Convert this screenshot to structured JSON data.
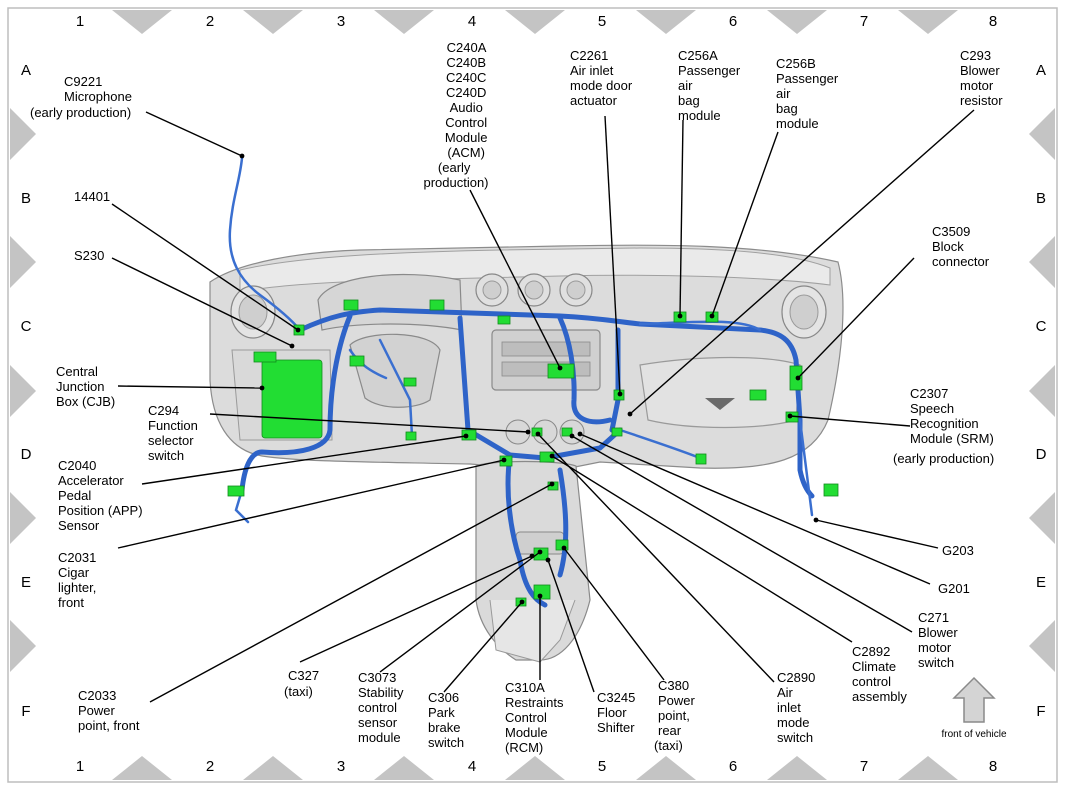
{
  "columns": [
    "1",
    "2",
    "3",
    "4",
    "5",
    "6",
    "7",
    "8"
  ],
  "rows": [
    "A",
    "B",
    "C",
    "D",
    "E",
    "F"
  ],
  "labels": {
    "c9221": [
      "C9221",
      "Microphone",
      "(early production)"
    ],
    "n14401": [
      "14401"
    ],
    "s230": [
      "S230"
    ],
    "cjb": [
      "Central",
      "Junction",
      "Box (CJB)"
    ],
    "c294": [
      "C294",
      "Function",
      "selector",
      "switch"
    ],
    "c2040": [
      "C2040",
      "Accelerator",
      "Pedal",
      "Position (APP)",
      "Sensor"
    ],
    "c2031": [
      "C2031",
      "Cigar",
      "lighter,",
      "front"
    ],
    "c2033": [
      "C2033",
      "Power",
      "point, front"
    ],
    "c240": [
      "C240A",
      "C240B",
      "C240C",
      "C240D",
      "Audio",
      "Control",
      "Module",
      "(ACM)",
      "(early",
      "production)"
    ],
    "c2261": [
      "C2261",
      "Air inlet",
      "mode door",
      "actuator"
    ],
    "c256a": [
      "C256A",
      "Passenger",
      "air",
      "bag",
      "module"
    ],
    "c256b": [
      "C256B",
      "Passenger",
      "air",
      "bag",
      "module"
    ],
    "c293": [
      "C293",
      "Blower",
      "motor",
      "resistor"
    ],
    "c3509": [
      "C3509",
      "Block",
      "connector"
    ],
    "c2307": [
      "C2307",
      "Speech",
      "Recognition",
      "Module (SRM)",
      "(early production)"
    ],
    "g203": [
      "G203"
    ],
    "g201": [
      "G201"
    ],
    "c271": [
      "C271",
      "Blower",
      "motor",
      "switch"
    ],
    "c2892": [
      "C2892",
      "Climate",
      "control",
      "assembly"
    ],
    "c2890": [
      "C2890",
      "Air",
      "inlet",
      "mode",
      "switch"
    ],
    "c380": [
      "C380",
      "Power",
      "point,",
      "rear",
      "(taxi)"
    ],
    "c3245": [
      "C3245",
      "Floor",
      "Shifter"
    ],
    "c310a": [
      "C310A",
      "Restraints",
      "Control",
      "Module",
      "(RCM)"
    ],
    "c306": [
      "C306",
      "Park",
      "brake",
      "switch"
    ],
    "c3073": [
      "C3073",
      "Stability",
      "control",
      "sensor",
      "module"
    ],
    "c327": [
      "C327",
      "(taxi)"
    ]
  },
  "front_indicator": "front of vehicle",
  "colors": {
    "harness": "#2e63c8",
    "connector": "#22dd33",
    "grid_marker": "#c4c4c4",
    "dashboard": "#dcdcdc"
  }
}
